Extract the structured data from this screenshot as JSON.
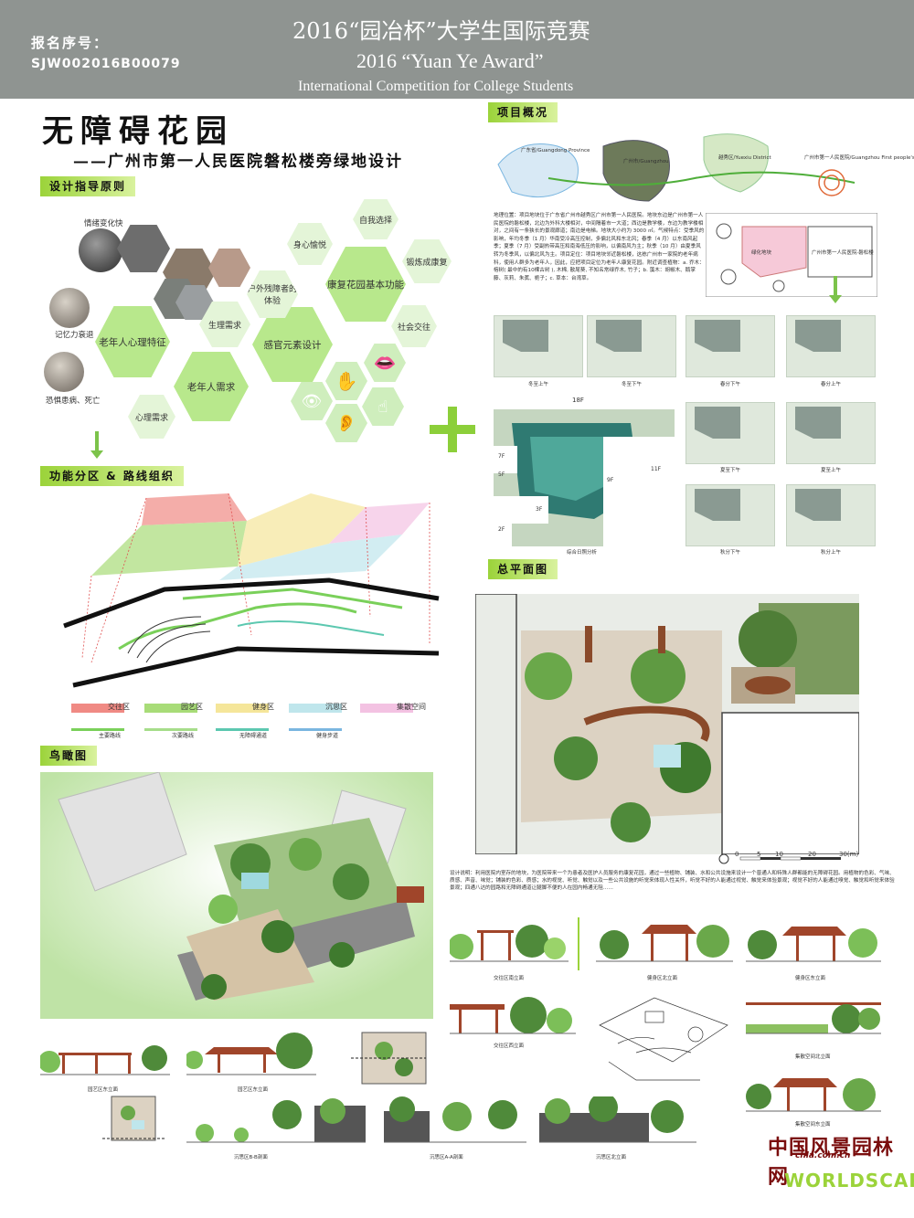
{
  "header": {
    "registration_label": "报名序号：",
    "registration_code": "SJW002016B00079",
    "title_cn": "2016“园冶杯”大学生国际竞赛",
    "title_en_1": "2016 “Yuan Ye Award”",
    "title_en_2": "International Competition for College Students"
  },
  "project": {
    "title": "无障碍花园",
    "subtitle": "——广州市第一人民医院磐松楼旁绿地设计"
  },
  "sections": {
    "principles": "设计指导原则",
    "overview": "项目概况",
    "zoning": "功能分区 & 路线组织",
    "masterplan": "总平面图",
    "birdseye": "鸟瞰图"
  },
  "principles": {
    "photo_labels": [
      "情绪变化快",
      "记忆力衰退",
      "恐惧患病、死亡"
    ],
    "hexagons": [
      "老年人心理特征",
      "生理需求",
      "感官元素设计",
      "老年人需求",
      "心理需求",
      "户外残障者的体验",
      "身心愉悦",
      "康复花园基本功能",
      "自我选择",
      "锻炼成康复",
      "社会交往"
    ]
  },
  "zoning_legend": {
    "zones": [
      {
        "label": "交往区",
        "color": "#f08a84"
      },
      {
        "label": "园艺区",
        "color": "#a8dc78"
      },
      {
        "label": "健身区",
        "color": "#f5e69a"
      },
      {
        "label": "沉思区",
        "color": "#bfe6ec"
      },
      {
        "label": "集散空间",
        "color": "#f3c2e2"
      }
    ],
    "routes": [
      {
        "label": "主要路线",
        "color": "#7ad05a"
      },
      {
        "label": "次要路线",
        "color": "#a6dd8a"
      },
      {
        "label": "无障碍通道",
        "color": "#5cc8b0"
      },
      {
        "label": "健身步道",
        "color": "#7ab6e0"
      }
    ]
  },
  "overview": {
    "map_labels": [
      "广东省/Guangdong Province",
      "广州市/Guangzhou",
      "越秀区/Yuexiu District",
      "广州市第一人民医院/Guangzhou First people's hospital"
    ],
    "site_labels": [
      "绿化地块",
      "广州市第一人民医院·磐松楼"
    ],
    "text": "地理位置：项目地块位于广东省广州市越秀区广州市第一人民医院。地块东边是广州市第一人民医院的磐松楼，北边为外科大楼相对，中间隔着市一大道；西边是教学楼，东边为教学楼相对，之间有一条狭长的景观廊道；南边是电梯。地块大小约为 3000 ㎡。气候特点：受季风的影响，年均冬季（1 月）华南受冷高压控制，多偏北风和东北风；春季（4 月）以东南风起季；夏季（7 月）受副热带高压和南海低压的影响，以偏南风为主；秋季（10 月）由夏季风转为冬季风，以偏北风为主。项目定位：项目地块邻近磐松楼，这栋广州市一家院的老年病科，使用人群多为老年人，因此，应把项目定位为老年人康复花园。附近调查植物：a. 乔木：榕树( 最中的有10棵古树 ), 木棉, 散尾葵, 不知名常绿乔木, 竹子；b. 藻木：胡椒木、鹅掌藤、灰莉、朱蕉、栀子；c. 草本：台湾草。",
    "shade_captions": [
      "冬至上午",
      "冬至下午",
      "春分下午",
      "春分上午",
      "夏至下午",
      "夏至上午",
      "秋分下午",
      "秋分上午",
      "综合日照分析"
    ],
    "floor_labels": [
      "18F",
      "7F",
      "5F",
      "9F",
      "11F",
      "3F",
      "2F"
    ]
  },
  "masterplan": {
    "scale_labels": [
      "0",
      "5",
      "10",
      "20",
      "30(m)"
    ],
    "description": "设计说明：利用医院内室存的地块，为医院带来一个为患者及医护人员服务的康复花园，通过一些植物、铺装、水和公共设施来设计一个普通人和特殊人群都能的无障碍花园。用植物的色彩、气味、质感、声音、味觉；铺装的色彩、质感；水的视觉、听觉、触觉以及一些公共设施的听觉来体现人性关怀，听觉不好的人能通过视觉、触觉来体验景观；视觉不好的人能通过嗅觉、触觉和听觉来体验景观；四通八达的园路和无障碍通道让腿脚不便的人在园内畅通无阻……"
  },
  "elevations": {
    "right_captions": [
      "交往区南立面",
      "健身区北立面",
      "健身区东立面",
      "交往区西立面",
      "集散空间北立面",
      "集散空间东立面"
    ],
    "bottom_captions": [
      "园艺区东立面",
      "园艺区东立面",
      "沉思区B-B剖面",
      "沉思区A-A剖面",
      "沉思区北立面"
    ]
  },
  "footer": {
    "logo_cn": "中国风景园林网",
    "logo_url": "chla.com.cn",
    "logo_en": "WORLDSCAPE"
  },
  "colors": {
    "header_bg": "#8f9491",
    "accent_green": "#9bd33a",
    "hex_green": "#b8e88c",
    "hex_light": "#e4f5d8"
  }
}
